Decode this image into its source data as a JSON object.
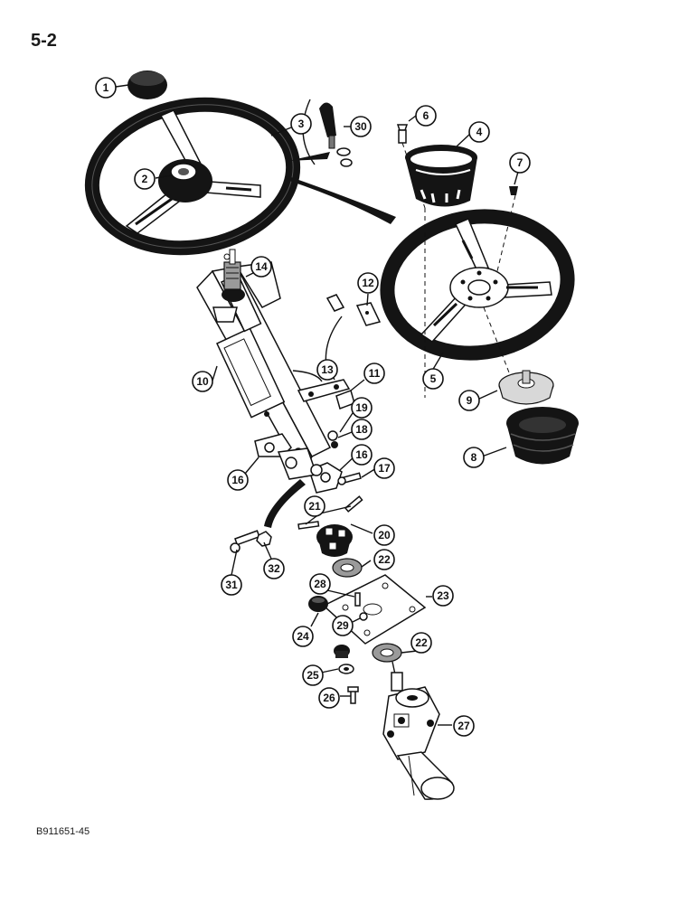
{
  "page_code": "5-2",
  "figure_code": "B911651-45",
  "callouts": [
    "1",
    "2",
    "3",
    "4",
    "5",
    "6",
    "7",
    "8",
    "9",
    "10",
    "11",
    "12",
    "13",
    "14",
    "16",
    "16",
    "17",
    "18",
    "19",
    "20",
    "21",
    "22",
    "22",
    "23",
    "24",
    "25",
    "26",
    "27",
    "28",
    "29",
    "30",
    "31",
    "32"
  ]
}
